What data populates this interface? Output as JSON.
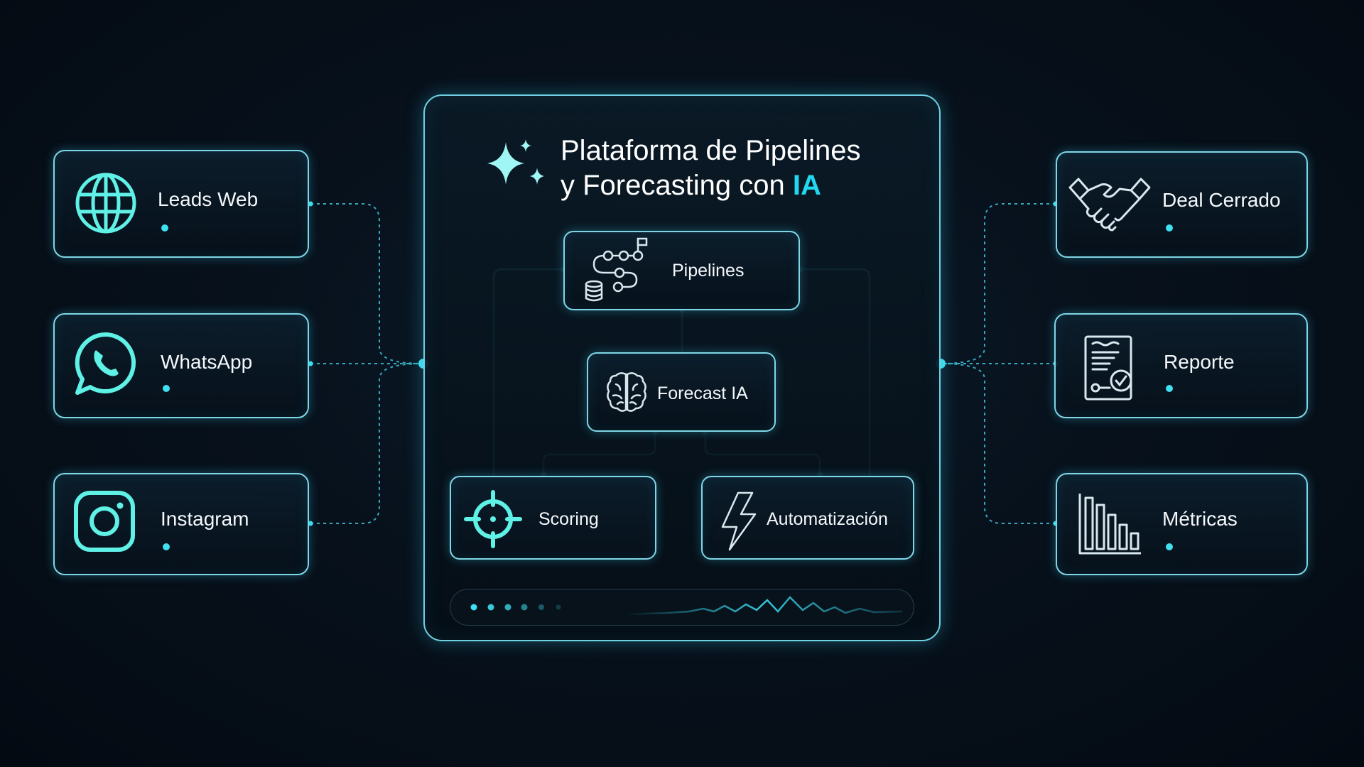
{
  "title": {
    "line1": "Plataforma de Pipelines",
    "line2_prefix": "y Forecasting con ",
    "line2_accent": "IA"
  },
  "inputs": [
    {
      "label": "Leads Web",
      "icon": "globe-icon"
    },
    {
      "label": "WhatsApp",
      "icon": "whatsapp-icon"
    },
    {
      "label": "Instagram",
      "icon": "instagram-icon"
    }
  ],
  "outputs": [
    {
      "label": "Deal Cerrado",
      "icon": "handshake-icon"
    },
    {
      "label": "Reporte",
      "icon": "report-icon"
    },
    {
      "label": "Métricas",
      "icon": "bar-chart-icon"
    }
  ],
  "modules": {
    "pipelines": {
      "label": "Pipelines",
      "icon": "pipeline-flow-icon"
    },
    "forecast": {
      "label": "Forecast IA",
      "icon": "brain-icon"
    },
    "scoring": {
      "label": "Scoring",
      "icon": "crosshair-icon"
    },
    "automation": {
      "label": "Automatización",
      "icon": "lightning-icon"
    }
  },
  "colors": {
    "accent": "#22d8f0",
    "border": "#7fd6e6",
    "background": "#07111c",
    "text": "#ffffff"
  }
}
